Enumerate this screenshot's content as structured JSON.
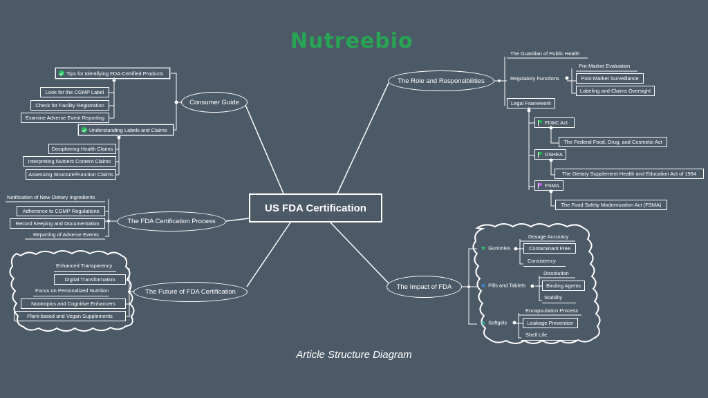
{
  "brand": {
    "name": "Nutreebio"
  },
  "caption": "Article Structure Diagram",
  "center": {
    "label": "US FDA Certification"
  },
  "colors": {
    "background": "#4c5a67",
    "brand_green": "#27a552",
    "check_green": "#27c05f",
    "flag_green": "#21b04a",
    "flag_purple": "#b05be0",
    "star_green": "#2ecc71",
    "star_blue": "#3d8cf0",
    "star_teal": "#1fb5a5"
  },
  "consumer_guide": {
    "label": "Consumer Guide",
    "tips": {
      "label": "Tips for Identifying FDA-Certified Products",
      "icon": "check-icon",
      "items": [
        "Look for the CGMP Label",
        "Check for Facility Registration",
        "Examine Adverse Event Reporting"
      ]
    },
    "labels": {
      "label": "Understanding Labels and Claims",
      "icon": "check-icon",
      "items": [
        "Deciphering Health Claims",
        "Interpreting Nutrient Content Claims",
        "Assessing Structure/Function Claims"
      ]
    }
  },
  "process": {
    "label": "The FDA Certification Process",
    "items": [
      "Notification of New Dietary Ingredients",
      "Adherence to CGMP Regulations",
      "Record Keeping and Documentation",
      "Reporting of Adverse Events"
    ]
  },
  "future": {
    "label": "The Future of FDA Certification",
    "items": [
      "Enhanced Transparency",
      "Digital Transformation",
      "Focus on Personalized Nutrition",
      "Nootropics and Cognitive Enhancers",
      "Plant-based and Vegan Supplements"
    ]
  },
  "role": {
    "label": "The Role and Responsibilities",
    "guardian": "The Guardian of Public Health",
    "regulatory": {
      "label": "Regulatory Functions",
      "items": [
        "Pre-Market Evaluation",
        "Post-Market Surveillance",
        "Labeling and Claims Oversight"
      ]
    },
    "legal": {
      "label": "Legal Framework",
      "acts": [
        {
          "label": "FD&C Act",
          "detail": "The Federal Food, Drug, and Cosmetic Act",
          "flag": "flag-green-icon"
        },
        {
          "label": "DSHEA",
          "detail": "The Dietary Supplement Health and Education Act of 1994",
          "flag": "flag-green-icon"
        },
        {
          "label": "FSMA",
          "detail": "The Food Safety Modernization Act (FSMA)",
          "flag": "flag-purple-icon"
        }
      ]
    }
  },
  "impact": {
    "label": "The Impact of FDA",
    "groups": [
      {
        "label": "Gummies",
        "icon": "star-green-icon",
        "items": [
          "Dosage Accuracy",
          "Contaminant Free",
          "Consistency"
        ]
      },
      {
        "label": "Pills and Tablets",
        "icon": "star-blue-icon",
        "items": [
          "Dissolution",
          "Binding Agents",
          "Stability"
        ]
      },
      {
        "label": "Softgels",
        "icon": "star-teal-icon",
        "items": [
          "Encapsulation Process",
          "Leakage Prevention",
          "Shelf Life"
        ]
      }
    ]
  }
}
